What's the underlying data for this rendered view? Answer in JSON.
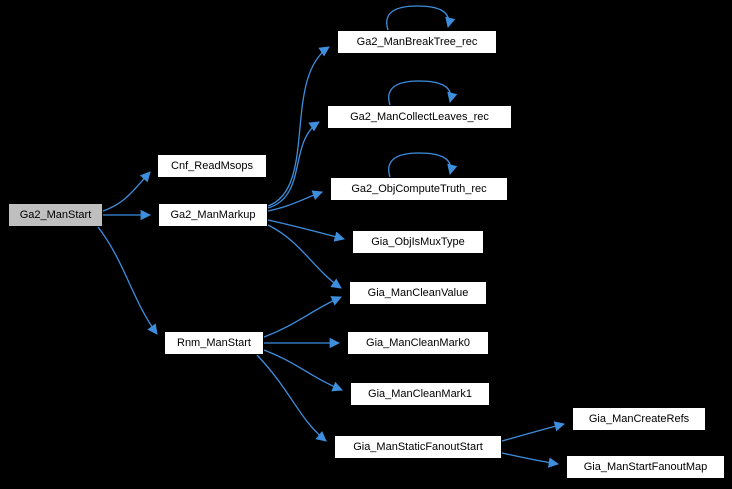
{
  "colors": {
    "background": "#000000",
    "node_fill": "#ffffff",
    "node_border": "#000000",
    "highlight_fill": "#bfbfbf",
    "edge": "#3e8ede",
    "text": "#000000"
  },
  "diagram": {
    "type": "call-graph",
    "root": "Ga2_ManStart",
    "nodes": [
      {
        "id": "ga2_manstart",
        "label": "Ga2_ManStart",
        "highlighted": true
      },
      {
        "id": "cnf_readmsops",
        "label": "Cnf_ReadMsops",
        "highlighted": false
      },
      {
        "id": "ga2_manmarkup",
        "label": "Ga2_ManMarkup",
        "highlighted": false
      },
      {
        "id": "rnm_manstart",
        "label": "Rnm_ManStart",
        "highlighted": false
      },
      {
        "id": "ga2_manbreaktree_rec",
        "label": "Ga2_ManBreakTree_rec",
        "highlighted": false
      },
      {
        "id": "ga2_mancollectleaves_rec",
        "label": "Ga2_ManCollectLeaves_rec",
        "highlighted": false
      },
      {
        "id": "ga2_objcomputetruth_rec",
        "label": "Ga2_ObjComputeTruth_rec",
        "highlighted": false
      },
      {
        "id": "gia_objismuxtype",
        "label": "Gia_ObjIsMuxType",
        "highlighted": false
      },
      {
        "id": "gia_mancleanvalue",
        "label": "Gia_ManCleanValue",
        "highlighted": false
      },
      {
        "id": "gia_mancleanmark0",
        "label": "Gia_ManCleanMark0",
        "highlighted": false
      },
      {
        "id": "gia_mancleanmark1",
        "label": "Gia_ManCleanMark1",
        "highlighted": false
      },
      {
        "id": "gia_manstaticfanoutstart",
        "label": "Gia_ManStaticFanoutStart",
        "highlighted": false
      },
      {
        "id": "gia_mancreaterefs",
        "label": "Gia_ManCreateRefs",
        "highlighted": false
      },
      {
        "id": "gia_manstartfanoutmap",
        "label": "Gia_ManStartFanoutMap",
        "highlighted": false
      }
    ],
    "edges": [
      {
        "from": "ga2_manstart",
        "to": "cnf_readmsops",
        "self": false
      },
      {
        "from": "ga2_manstart",
        "to": "ga2_manmarkup",
        "self": false
      },
      {
        "from": "ga2_manstart",
        "to": "rnm_manstart",
        "self": false
      },
      {
        "from": "ga2_manmarkup",
        "to": "ga2_manbreaktree_rec",
        "self": false
      },
      {
        "from": "ga2_manmarkup",
        "to": "ga2_mancollectleaves_rec",
        "self": false
      },
      {
        "from": "ga2_manmarkup",
        "to": "ga2_objcomputetruth_rec",
        "self": false
      },
      {
        "from": "ga2_manmarkup",
        "to": "gia_objismuxtype",
        "self": false
      },
      {
        "from": "ga2_manmarkup",
        "to": "gia_mancleanvalue",
        "self": false
      },
      {
        "from": "rnm_manstart",
        "to": "gia_mancleanvalue",
        "self": false
      },
      {
        "from": "rnm_manstart",
        "to": "gia_mancleanmark0",
        "self": false
      },
      {
        "from": "rnm_manstart",
        "to": "gia_mancleanmark1",
        "self": false
      },
      {
        "from": "rnm_manstart",
        "to": "gia_manstaticfanoutstart",
        "self": false
      },
      {
        "from": "ga2_manbreaktree_rec",
        "to": "ga2_manbreaktree_rec",
        "self": true
      },
      {
        "from": "ga2_mancollectleaves_rec",
        "to": "ga2_mancollectleaves_rec",
        "self": true
      },
      {
        "from": "ga2_objcomputetruth_rec",
        "to": "ga2_objcomputetruth_rec",
        "self": true
      },
      {
        "from": "gia_manstaticfanoutstart",
        "to": "gia_mancreaterefs",
        "self": false
      },
      {
        "from": "gia_manstaticfanoutstart",
        "to": "gia_manstartfanoutmap",
        "self": false
      }
    ]
  }
}
